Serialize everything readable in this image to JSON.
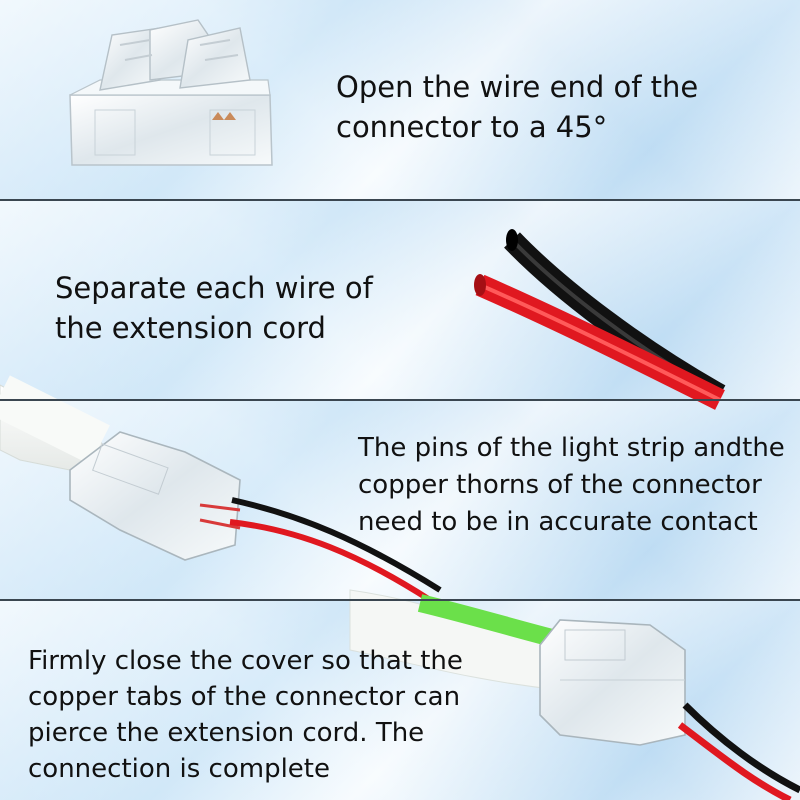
{
  "steps": [
    {
      "line1": "Open the wire end of the",
      "line2": "connector to a 45°"
    },
    {
      "line1": "Separate each wire of",
      "line2": "the extension cord"
    },
    {
      "line1": "The pins of the light strip andthe",
      "line2": "copper thorns of the connector",
      "line3": "need to be in accurate contact"
    },
    {
      "line1": "Firmly close the cover so that the",
      "line2": "copper tabs of the connector can",
      "line3": "pierce the extension cord. The",
      "line4": "connection is complete"
    }
  ],
  "colors": {
    "background": "#e6f2fb",
    "divider": "#3a4650",
    "wire_red": "#e01820",
    "wire_black": "#1a1a1a",
    "strip_white": "#f4f6f4",
    "led_green": "#6be04a",
    "connector_clear": "#e8eef2"
  }
}
